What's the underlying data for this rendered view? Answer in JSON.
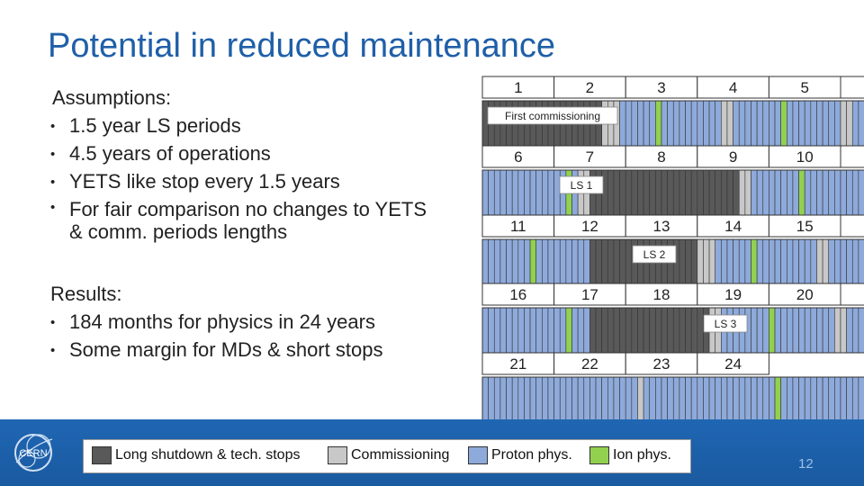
{
  "title": "Potential in reduced maintenance",
  "assumptions": {
    "heading": "Assumptions:",
    "items": [
      "1.5 year LS periods",
      "4.5 years of operations",
      "YETS like stop every 1.5 years",
      "For fair comparison no changes to YETS & comm. periods lengths"
    ]
  },
  "results": {
    "heading": "Results:",
    "items": [
      "184 months for physics in 24 years",
      "Some margin for MDs & short stops"
    ]
  },
  "timeline": {
    "years": [
      "1",
      "2",
      "3",
      "4",
      "5",
      "6",
      "7",
      "8",
      "9",
      "10",
      "11",
      "12",
      "13",
      "14",
      "15",
      "16",
      "17",
      "18",
      "19",
      "20",
      "21",
      "22",
      "23",
      "24"
    ],
    "annotations": [
      "First commissioning",
      "LS 1",
      "LS 2",
      "LS 3"
    ],
    "rows": [
      "SSSSSSSSSSSSSSSSSSSSCCCPPPPPPIPPPPPPPPPPCCPPPPPPPPIPPPPPPPPPCCPP",
      "PPPPPPPPPPPPPPIPCCSSSSSSSSSSSSSSSSSSSSSSSSSCCPPPPPPPPIPPPPPPPPPP",
      "PPPPPPPPIPPPPPPPPPSSSSSSSSSSSSSSSSSSCCCPPPPPPIPPPPPPPPPPCCPPPPPP",
      "PPPPPPPPPPPPPPIPPPSSSSSSSSSSSSSSSSSSSSCCPPPPPPPPIPPPPPPPPPPCCPPP",
      "PPPPPPPPPPPPPPPPPPPPPPPPPPCPPPPPPPPPPPPPPPPPPPPPPIPPPPPPPPPPPPPP"
    ]
  },
  "legend": {
    "items": [
      {
        "label": "Long shutdown & tech. stops",
        "color": "#595959"
      },
      {
        "label": "Commissioning",
        "color": "#c8c8c8"
      },
      {
        "label": "Proton phys.",
        "color": "#8eaadb"
      },
      {
        "label": "Ion phys.",
        "color": "#92d050"
      }
    ]
  },
  "colors": {
    "S": "#595959",
    "C": "#c8c8c8",
    "P": "#8eaadb",
    "I": "#92d050",
    "title": "#1f5fa8",
    "footer": "#1f66b3"
  },
  "page_number": "12"
}
